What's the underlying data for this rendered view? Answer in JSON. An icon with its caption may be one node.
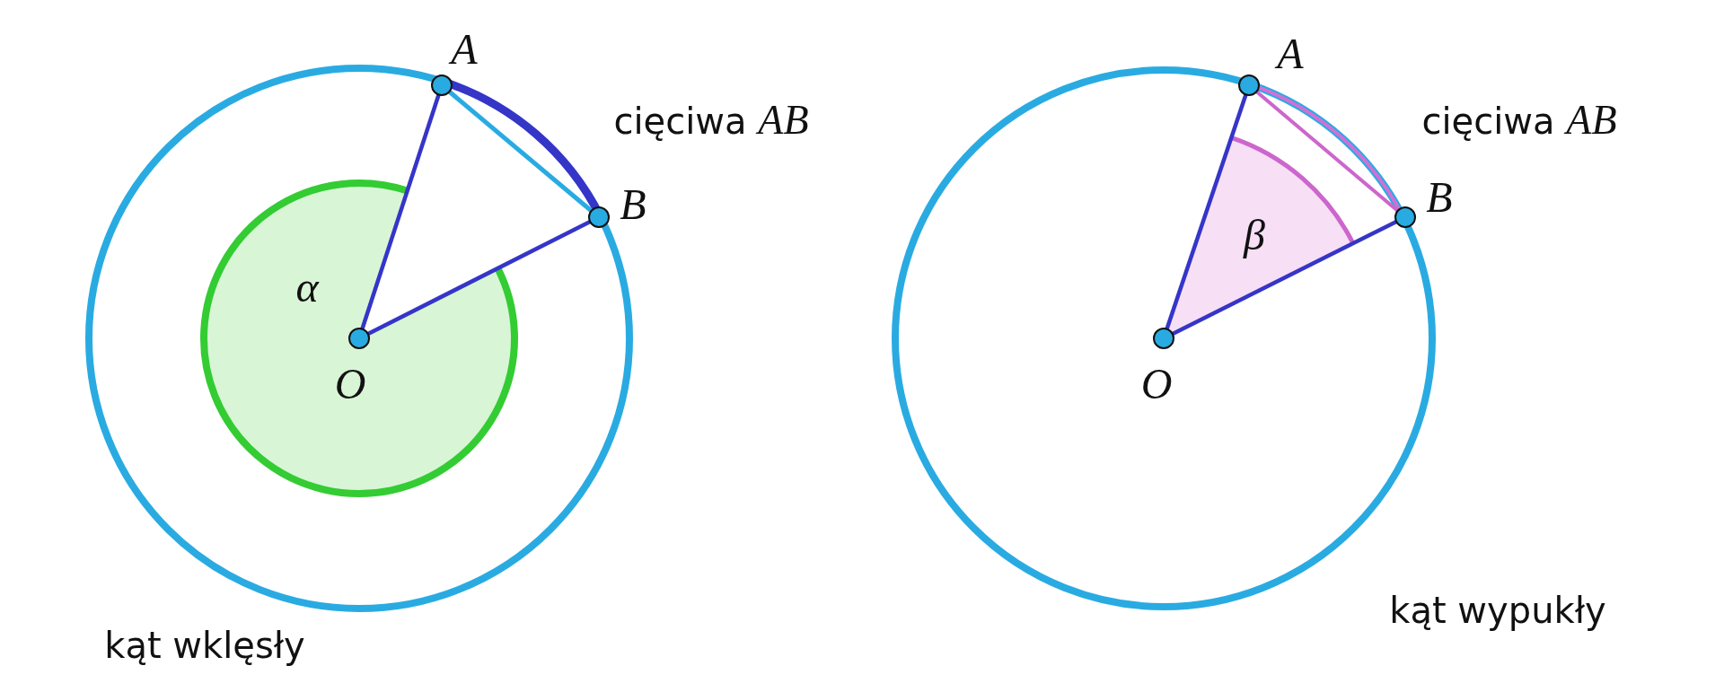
{
  "diagram": {
    "labels": [
      "A",
      "A",
      "cięciwa *AB*",
      "cięciwa *AB*",
      "B",
      "B",
      "α",
      "β",
      "O",
      "O",
      "kąt wklęsły",
      "kąt wypukły"
    ]
  }
}
